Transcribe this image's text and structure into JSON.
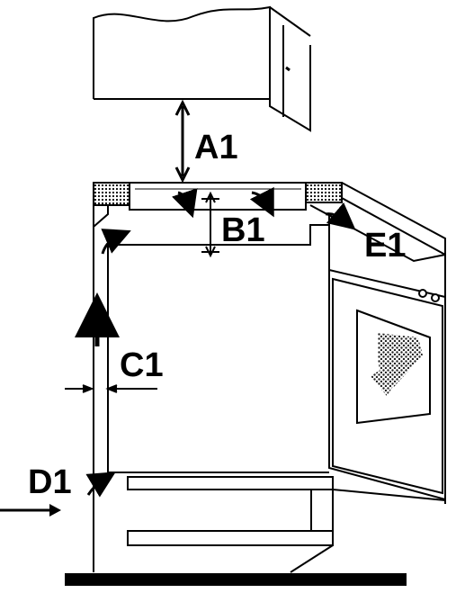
{
  "labels": {
    "a1": "A1",
    "b1": "B1",
    "c1": "C1",
    "d1": "D1",
    "e1": "E1"
  },
  "icons": [
    "airflow-arrow-icon",
    "dimension-arrow-icon",
    "oven-window-icon",
    "knob-icon"
  ],
  "colors": {
    "line": "#000000",
    "fill": "#ffffff",
    "base": "#000000"
  }
}
